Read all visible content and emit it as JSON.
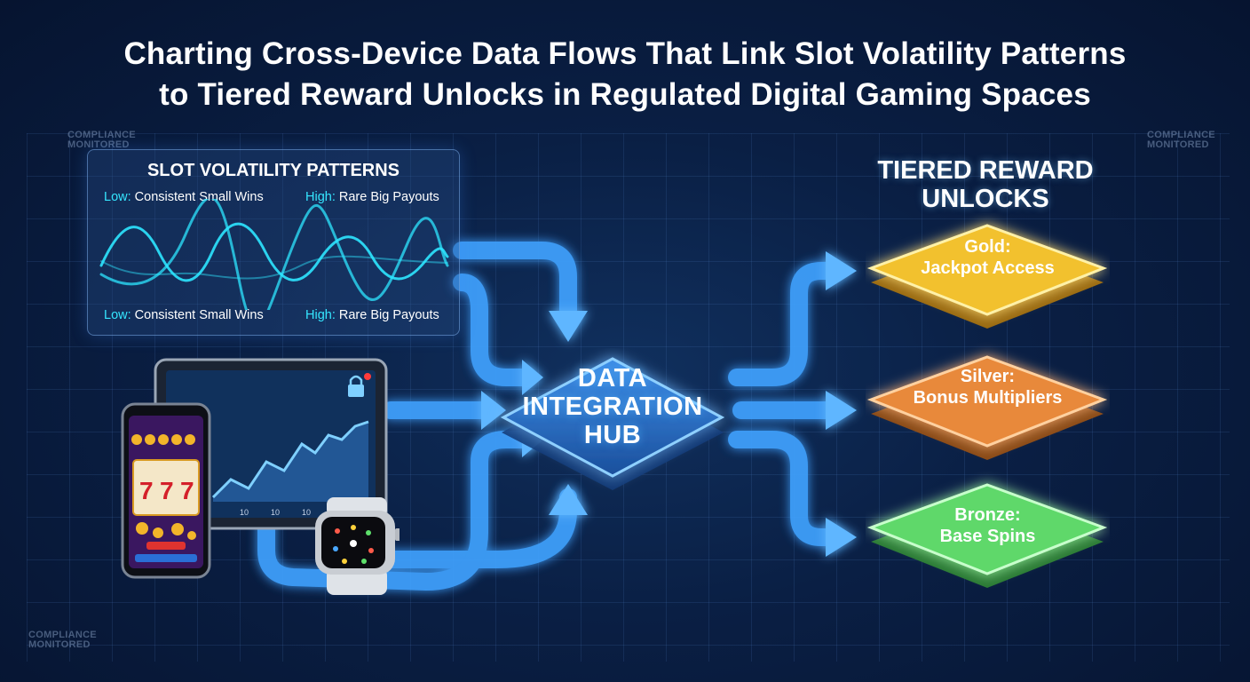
{
  "title": {
    "line1": "Charting Cross-Device Data Flows That Link Slot Volatility Patterns",
    "line2": "to Tiered Reward Unlocks in Regulated Digital Gaming Spaces"
  },
  "compliance": {
    "top_left": "COMPLIANCE MONITORED",
    "top_right": "COMPLIANCE MONITORED",
    "bottom_left": "COMPLIANCE MONITORED"
  },
  "volatility": {
    "title": "SLOT VOLATILITY PATTERNS",
    "low_key": "Low:",
    "low_text": "Consistent Small Wins",
    "high_key": "High:",
    "high_text": "Rare Big Payouts"
  },
  "devices": {
    "tablet_axis": [
      "10",
      "10",
      "10"
    ],
    "phone_reels": [
      "7",
      "7",
      "7"
    ]
  },
  "hub": {
    "line1": "DATA",
    "line2": "INTEGRATION",
    "line3": "HUB"
  },
  "rewards": {
    "title_line1": "TIERED REWARD",
    "title_line2": "UNLOCKS",
    "tiers": [
      {
        "name": "Gold:",
        "desc": "Jackpot Access",
        "color": "#f2c12e"
      },
      {
        "name": "Silver:",
        "desc": "Bonus Multipliers",
        "color": "#e8893a"
      },
      {
        "name": "Bronze:",
        "desc": "Base Spins",
        "color": "#5fd86a"
      }
    ]
  },
  "colors": {
    "flow": "#3fa2ff",
    "wave": "#2ee6ff",
    "background": "#0a1f44"
  }
}
